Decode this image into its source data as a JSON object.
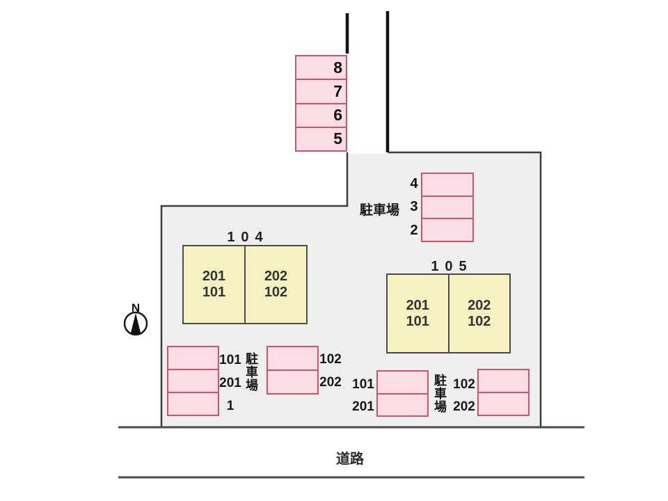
{
  "colors": {
    "stall_fill": "#fbdde6",
    "stall_border": "#c9566b",
    "building_fill": "#f6f2c2",
    "building_border": "#4a4a4a",
    "lot_fill": "#efefef",
    "boundary_line": "#3c3c3c",
    "driveway_line": "#121212"
  },
  "compass": {
    "label": "N"
  },
  "driveway_parking": {
    "stalls": [
      "8",
      "7",
      "6",
      "5"
    ]
  },
  "north_parking": {
    "title": "駐車場",
    "stalls": [
      "4",
      "3",
      "2"
    ]
  },
  "buildings": {
    "b104": {
      "name": "104",
      "units": [
        {
          "upper": "201",
          "lower": "101"
        },
        {
          "upper": "202",
          "lower": "102"
        }
      ]
    },
    "b105": {
      "name": "105",
      "units": [
        {
          "upper": "201",
          "lower": "101"
        },
        {
          "upper": "202",
          "lower": "102"
        }
      ]
    }
  },
  "southwest_parking": {
    "title": "駐車場",
    "left_column_labels": [
      "101",
      "201",
      "1"
    ],
    "right_column_labels": [
      "102",
      "202"
    ]
  },
  "southeast_parking": {
    "title": "駐車場",
    "left_column_labels": [
      "101",
      "201"
    ],
    "right_column_labels": [
      "102",
      "202"
    ]
  },
  "road": {
    "label": "道路"
  }
}
